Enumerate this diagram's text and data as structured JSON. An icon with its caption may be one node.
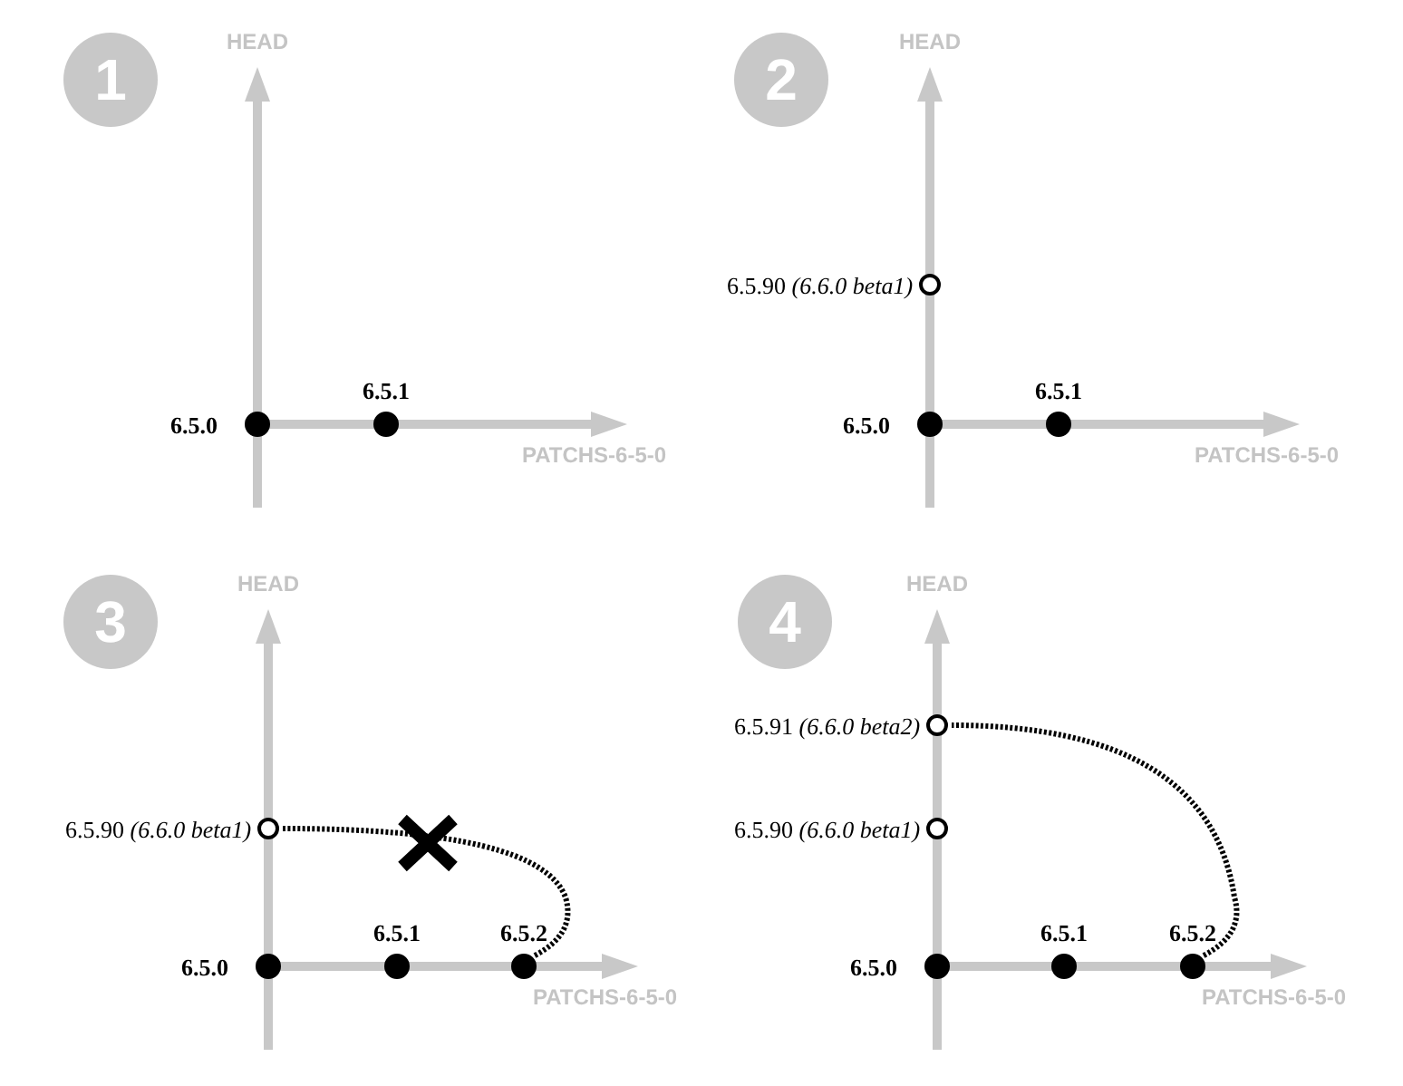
{
  "diagram": {
    "nodes": [
      {
        "text": [
          "1"
        ]
      },
      {
        "text": [],
        "shape": "circle",
        "beside": [
          "6.5.0"
        ]
      },
      {
        "text": [],
        "shape": "circle",
        "beside": [
          "6.5.1"
        ]
      },
      {
        "text": [
          "2"
        ]
      },
      {
        "text": [],
        "shape": "circle",
        "beside": [
          "6.5.90 *(6.6.0 beta1)*"
        ]
      },
      {
        "text": [],
        "shape": "circle",
        "beside": [
          "6.5.0"
        ]
      },
      {
        "text": [],
        "shape": "circle",
        "beside": [
          "6.5.1"
        ]
      },
      {
        "text": [
          "3"
        ]
      },
      {
        "text": [],
        "shape": "circle",
        "beside": [
          "6.5.90 *(6.6.0 beta1)*"
        ]
      },
      {
        "text": [],
        "shape": "circle",
        "beside": [
          "6.5.0"
        ]
      },
      {
        "text": [],
        "shape": "circle",
        "beside": [
          "6.5.1"
        ]
      },
      {
        "text": [],
        "shape": "circle",
        "beside": [
          "6.5.2"
        ]
      },
      {
        "text": [
          "4"
        ]
      },
      {
        "text": [],
        "shape": "circle",
        "beside": [
          "6.5.91 *(6.6.0 beta2)*"
        ]
      },
      {
        "text": [],
        "shape": "circle",
        "beside": [
          "6.5.90 *(6.6.0 beta1)*"
        ]
      },
      {
        "text": [],
        "shape": "circle",
        "beside": [
          "6.5.0"
        ]
      },
      {
        "text": [],
        "shape": "circle",
        "beside": [
          "6.5.1"
        ]
      },
      {
        "text": [],
        "shape": "circle",
        "beside": [
          "6.5.2"
        ]
      }
    ],
    "edges": [
      {
        "from": 11,
        "to": 8,
        "arrow": "none",
        "style": "dashed"
      },
      {
        "from": 17,
        "to": 13,
        "arrow": "none",
        "style": "dashed"
      }
    ],
    "labels": [
      "HEAD",
      "HEAD",
      "PATCHS-6-5-0",
      "PATCHS-6-5-0",
      "HEAD",
      "HEAD",
      "PATCHS-6-5-0",
      "PATCHS-6-5-0"
    ]
  }
}
